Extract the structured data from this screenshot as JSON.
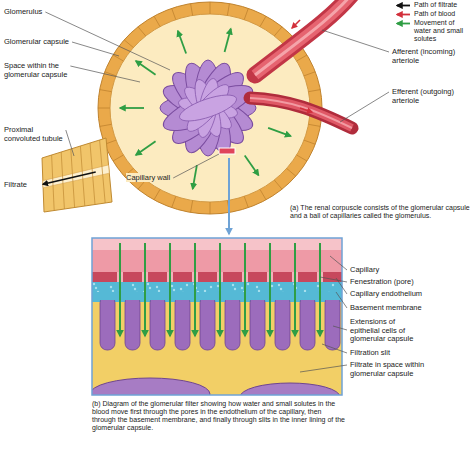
{
  "diagram": {
    "labels": [
      "Glomerulus",
      "Glomerular capsule",
      "Space within the glomerular capsule",
      "Afferent (incoming) arteriole",
      "Efferent (outgoing) arteriole",
      "Proximal convoluted tubule",
      "Capillary wall",
      "Filtrate",
      "(a) The renal corpuscle consists of the glomerular capsule and a ball of capillaries called the glomerulus.",
      "Capillary",
      "Fenestration (pore)",
      "Capillary endothelium",
      "Basement membrane",
      "Extensions of epithelial cells of glomerular capsule",
      "Filtration slit",
      "Filtrate in space within glomerular capsule",
      "(b) Diagram of the glomerular filter showing how water and small solutes in the blood move first through the pores in the endothelium of the capillary, then through the basement membrane, and finally through slits in the inner lining of the glomerular capsule."
    ],
    "legend": [
      {
        "text": "Path of filtrate"
      },
      {
        "text": "Path of blood"
      },
      {
        "text": "Movement of water and small solutes"
      }
    ]
  }
}
